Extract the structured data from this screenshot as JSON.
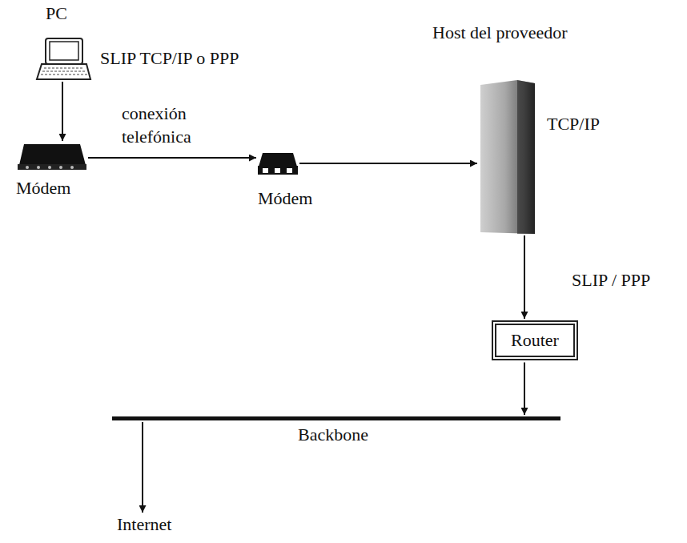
{
  "diagram": {
    "nodes": [
      {
        "text": [
          "PC",
          "SLIP TCP/IP o PPP"
        ]
      },
      {
        "text": [
          "Módem"
        ]
      },
      {
        "text": [
          "Módem"
        ]
      },
      {
        "text": [
          "Host del proveedor",
          "TCP/IP"
        ]
      },
      {
        "text": [
          "Router"
        ]
      },
      {
        "text": [
          "Backbone"
        ]
      },
      {
        "text": [
          "Internet"
        ]
      }
    ],
    "edges": [
      {
        "from": 0,
        "to": 1,
        "arrow": "to"
      },
      {
        "from": 1,
        "to": 2,
        "arrow": "to",
        "label": "conexión telefónica"
      },
      {
        "from": 2,
        "to": 3,
        "arrow": "to"
      },
      {
        "from": 3,
        "to": 4,
        "arrow": "to",
        "label": "SLIP / PPP"
      },
      {
        "from": 4,
        "to": 5,
        "arrow": "to"
      },
      {
        "from": 5,
        "to": 6,
        "arrow": "to"
      }
    ]
  }
}
